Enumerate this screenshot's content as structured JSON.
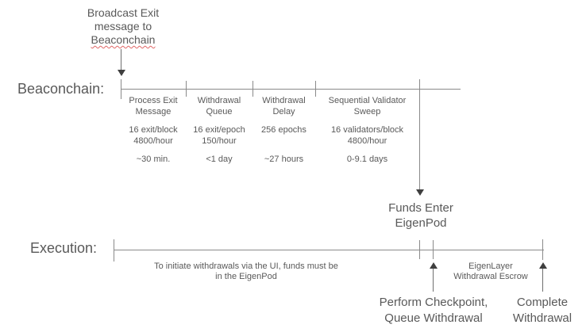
{
  "colors": {
    "background": "#ffffff",
    "text_gray": "#595959",
    "line_gray": "#8a8a8a",
    "arrowhead": "#3f3f3f",
    "spellcheck_underline_red": "#e06666"
  },
  "top_annotation": {
    "line1": "Broadcast Exit",
    "line2": "message to",
    "line3": "Beaconchain"
  },
  "beaconchain_row": {
    "label": "Beaconchain:",
    "segments": [
      {
        "title": "Process Exit\nMessage",
        "rate": "16 exit/block\n4800/hour",
        "duration": "~30 min."
      },
      {
        "title": "Withdrawal\nQueue",
        "rate": "16 exit/epoch\n150/hour",
        "duration": "<1 day"
      },
      {
        "title": "Withdrawal\nDelay",
        "rate": "256 epochs",
        "duration": "~27 hours"
      },
      {
        "title": "Sequential Validator\nSweep",
        "rate": "16 validators/block\n4800/hour",
        "duration": "0-9.1 days"
      }
    ]
  },
  "funds_enter_label": "Funds Enter\nEigenPod",
  "execution_row": {
    "label": "Execution:",
    "ui_note": "To initiate withdrawals via the UI, funds must be\nin the EigenPod",
    "escrow_label": "EigenLayer\nWithdrawal Escrow"
  },
  "bottom_annotations": {
    "checkpoint": "Perform Checkpoint,\nQueue Withdrawal",
    "complete": "Complete\nWithdrawal"
  }
}
